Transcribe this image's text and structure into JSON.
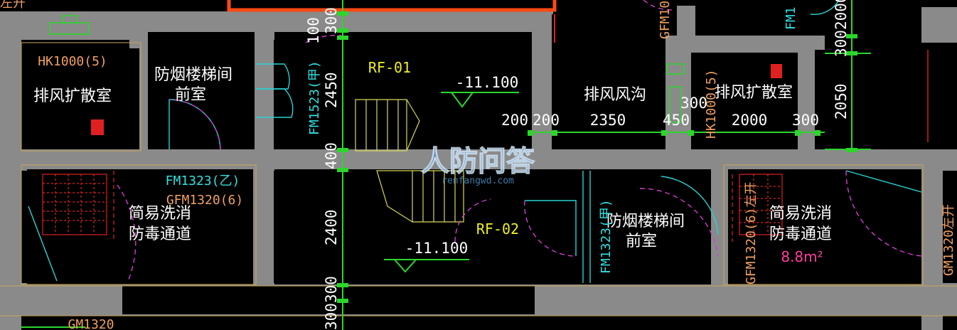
{
  "colors": {
    "background": "#000000",
    "wall": "#8a8a8a",
    "dimension": "#2bd62b",
    "door_label": "#2fe0e0",
    "equipment_label": "#f0a060",
    "room_label": "#ffffff",
    "elevation_tag": "#f0f020",
    "area": "#ff3fa0"
  },
  "rooms": {
    "exhaust_diffusion_left_1": "排风扩散室",
    "smoke_stair_anteroom_top_1": "防烟楼梯间",
    "smoke_stair_anteroom_top_2": "前室",
    "exhaust_duct": "排风风沟",
    "exhaust_diffusion_right": "排风扩散室",
    "decon_left_1": "简易洗消",
    "decon_left_2": "防毒通道",
    "smoke_stair_anteroom_bottom_1": "防烟楼梯间",
    "smoke_stair_anteroom_bottom_2": "前室",
    "decon_right_1": "简易洗消",
    "decon_right_2": "防毒通道",
    "decon_right_area": "8.8m²"
  },
  "equipment": {
    "hk_left": "HK1000(5)",
    "hk_right": "HK1000(5)",
    "gfm_center": "GFM1320(6)",
    "gfm_top": "GFM10",
    "gm_bottom": "GM1320",
    "gfm_right_vert": "GFM1320(6)左开",
    "top_left_fragment": "左开",
    "right_edge": "GM1320左开"
  },
  "doors": {
    "fm1523": "FM1523(甲)",
    "fm1323_yi": "FM1323(乙)",
    "fm1323_jia": "FM1323(甲)",
    "fm1_top": "FM1"
  },
  "tags": {
    "rf01": "RF-01",
    "rf02": "RF-02",
    "elev_top": "-11.100",
    "elev_bottom": "-11.100"
  },
  "dimensions": {
    "v_300_top": "300",
    "v_100": "100",
    "v_2450": "2450",
    "v_400": "400",
    "v_2400": "2400",
    "v_300_bottom": "300",
    "v_300_lowest": "300",
    "h_200a": "200",
    "h_200b": "200",
    "h_2350": "2350",
    "h_450": "450",
    "h_300_mid": "300",
    "h_2000": "2000",
    "h_300_right": "300",
    "v_right_2000": "2000",
    "v_right_300": "300",
    "v_right_2050": "2050"
  },
  "watermark": {
    "title": "人防问答",
    "url": "renfangwd.com"
  }
}
